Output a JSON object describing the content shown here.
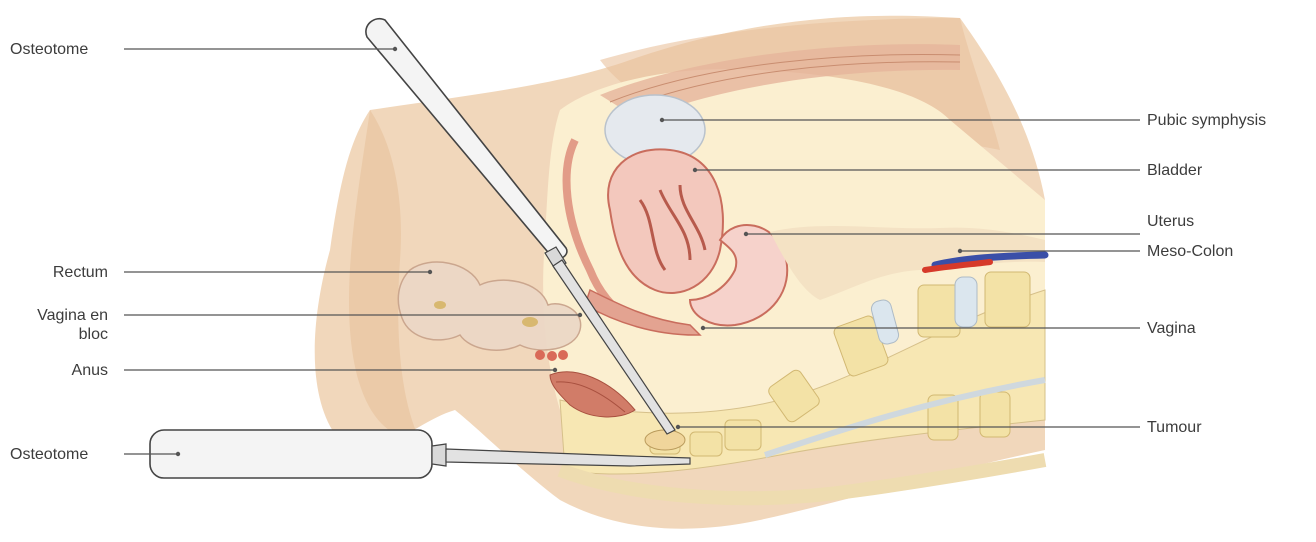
{
  "figure": {
    "labels_left": [
      {
        "id": "osteotome-top",
        "lines": [
          "Osteotome"
        ]
      },
      {
        "id": "rectum",
        "lines": [
          "Rectum"
        ]
      },
      {
        "id": "vagina-en-bloc",
        "lines": [
          "Vagina en",
          "bloc"
        ]
      },
      {
        "id": "anus",
        "lines": [
          "Anus"
        ]
      },
      {
        "id": "osteotome-bottom",
        "lines": [
          "Osteotome"
        ]
      }
    ],
    "labels_right": [
      {
        "id": "pubic-symphysis",
        "lines": [
          "Pubic symphysis"
        ]
      },
      {
        "id": "bladder",
        "lines": [
          "Bladder"
        ]
      },
      {
        "id": "uterus",
        "lines": [
          "Uterus"
        ]
      },
      {
        "id": "meso-colon",
        "lines": [
          "Meso-Colon"
        ]
      },
      {
        "id": "vagina",
        "lines": [
          "Vagina"
        ]
      },
      {
        "id": "tumour",
        "lines": [
          "Tumour"
        ]
      }
    ],
    "colors": {
      "skin": "#f1d7bb",
      "skin_dark": "#e3b991",
      "pelvis_fat": "#fbefd0",
      "bone": "#f7e7b3",
      "bone_dot": "#c8a060",
      "disc": "#d9e6ee",
      "organ": "#f5cfc7",
      "organ_line": "#c96d5d",
      "muscle": "#d98070",
      "instrument": "#f4f4f4",
      "instrument_edge": "#444444",
      "artery": "#d63a2a",
      "vein": "#3a4fa8",
      "leader": "#555555",
      "text": "#3c3c3c"
    }
  }
}
